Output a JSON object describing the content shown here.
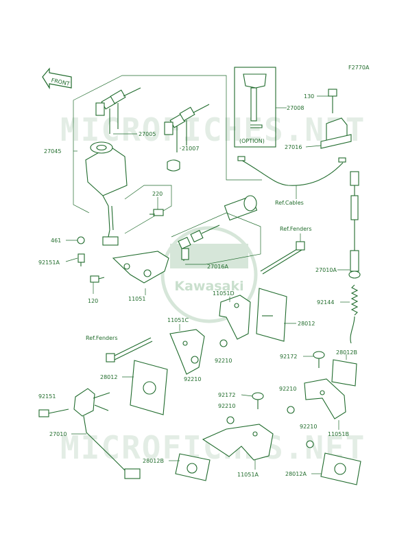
{
  "diagram": {
    "figure_code": "F2770A",
    "front_arrow": "FRONT",
    "option_note": "(OPTION)",
    "watermark": "MICROFICHES.NET",
    "logo_text": "Kawasaki",
    "parts": {
      "p130": "130",
      "p27008": "27008",
      "p27005": "27005",
      "p27016": "27016",
      "p27045": "27045",
      "p21007": "21007",
      "ref_cables": "Ref.Cables",
      "p220": "220",
      "ref_fenders_top": "Ref.Fenders",
      "p461": "461",
      "p92151A": "92151A",
      "p27016A": "27016A",
      "p27010A": "27010A",
      "p120": "120",
      "p11051": "11051",
      "p11051D": "11051D",
      "p92144": "92144",
      "p11051C": "11051C",
      "p28012_r": "28012",
      "ref_fenders_left": "Ref.Fenders",
      "p92210_a": "92210",
      "p92172_a": "92172",
      "p28012B_top": "28012B",
      "p28012_l": "28012",
      "p92210_b": "92210",
      "p92151": "92151",
      "p92172_b": "92172",
      "p92210_c": "92210",
      "p92210_d": "92210",
      "p27010": "27010",
      "p92210_e": "92210",
      "p11051B": "11051B",
      "p28012B_bot": "28012B",
      "p11051A": "11051A",
      "p28012A": "28012A"
    }
  }
}
